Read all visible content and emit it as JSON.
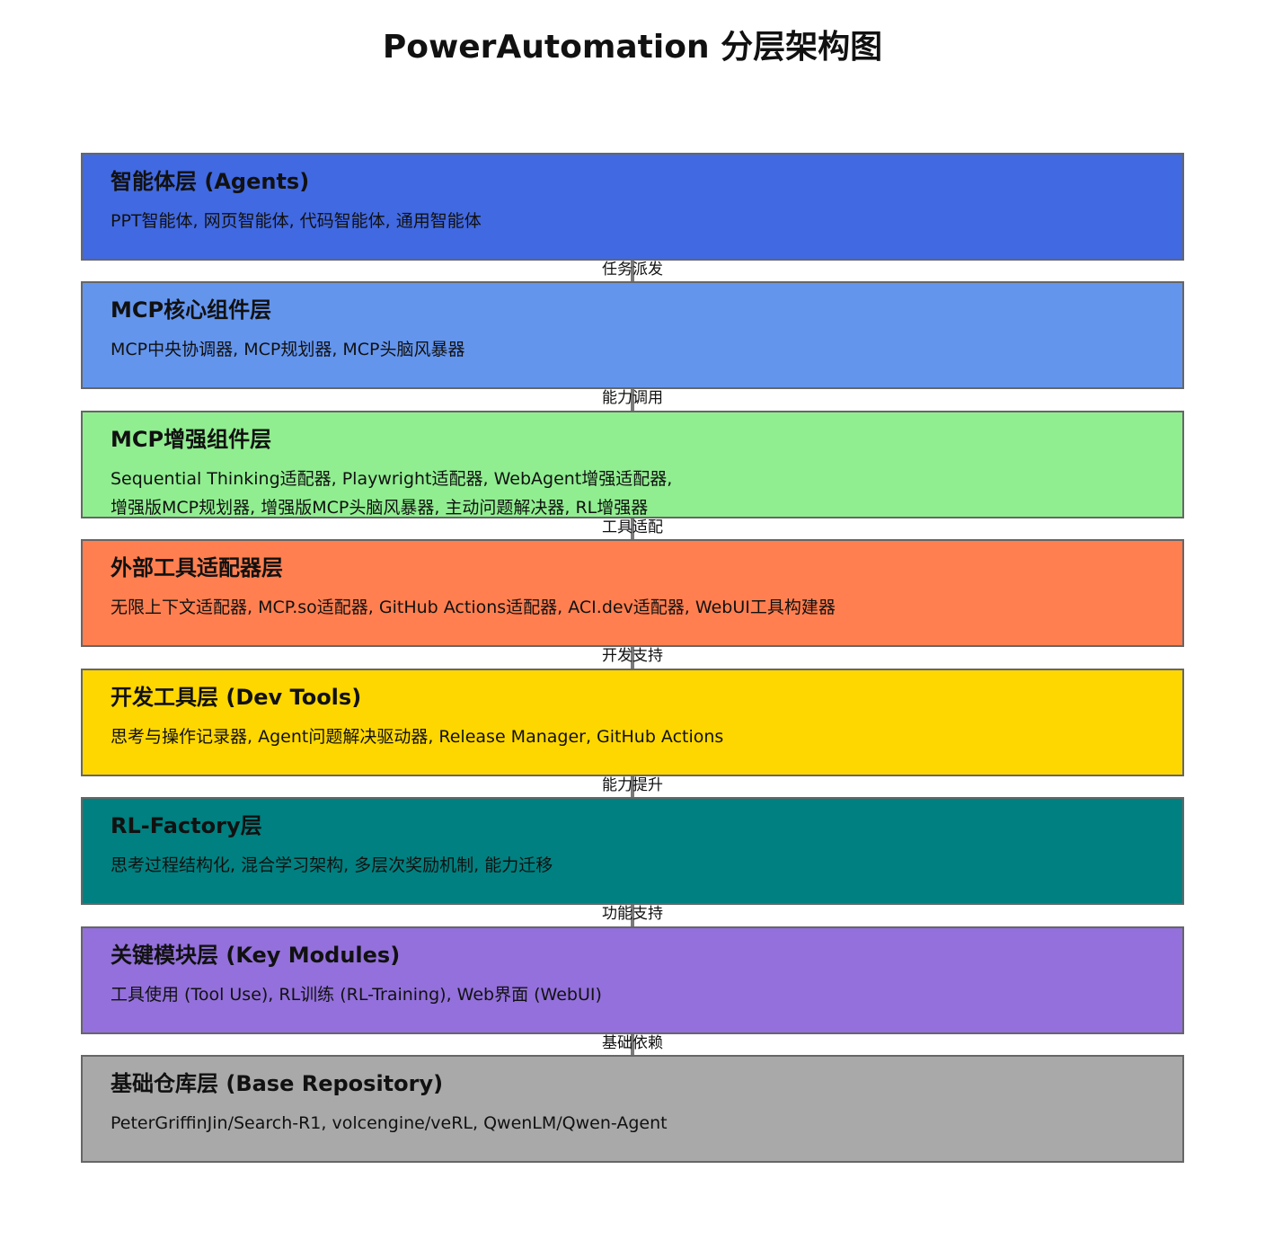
{
  "title": "PowerAutomation 分层架构图",
  "layers": [
    {
      "name": "智能体层 (Agents)",
      "items": [
        "PPT智能体, 网页智能体, 代码智能体, 通用智能体"
      ],
      "color": "#4169E1"
    },
    {
      "name": "MCP核心组件层",
      "items": [
        "MCP中央协调器, MCP规划器, MCP头脑风暴器"
      ],
      "color": "#6495ED"
    },
    {
      "name": "MCP增强组件层",
      "items": [
        "Sequential Thinking适配器, Playwright适配器, WebAgent增强适配器,",
        "增强版MCP规划器, 增强版MCP头脑风暴器, 主动问题解决器, RL增强器"
      ],
      "color": "#90EE90"
    },
    {
      "name": "外部工具适配器层",
      "items": [
        "无限上下文适配器, MCP.so适配器, GitHub Actions适配器, ACI.dev适配器, WebUI工具构建器"
      ],
      "color": "#FF7F50"
    },
    {
      "name": "开发工具层 (Dev Tools)",
      "items": [
        "思考与操作记录器, Agent问题解决驱动器, Release Manager, GitHub Actions"
      ],
      "color": "#FFD700"
    },
    {
      "name": "RL-Factory层",
      "items": [
        "思考过程结构化, 混合学习架构, 多层次奖励机制, 能力迁移"
      ],
      "color": "#008080"
    },
    {
      "name": "关键模块层 (Key Modules)",
      "items": [
        "工具使用 (Tool Use), RL训练 (RL-Training), Web界面 (WebUI)"
      ],
      "color": "#9370DB"
    },
    {
      "name": "基础仓库层 (Base Repository)",
      "items": [
        "PeterGriffinJin/Search-R1, volcengine/veRL, QwenLM/Qwen-Agent"
      ],
      "color": "#A9A9A9"
    }
  ],
  "connections": [
    "任务派发",
    "能力调用",
    "工具适配",
    "开发支持",
    "能力提升",
    "功能支持",
    "基础依赖"
  ]
}
